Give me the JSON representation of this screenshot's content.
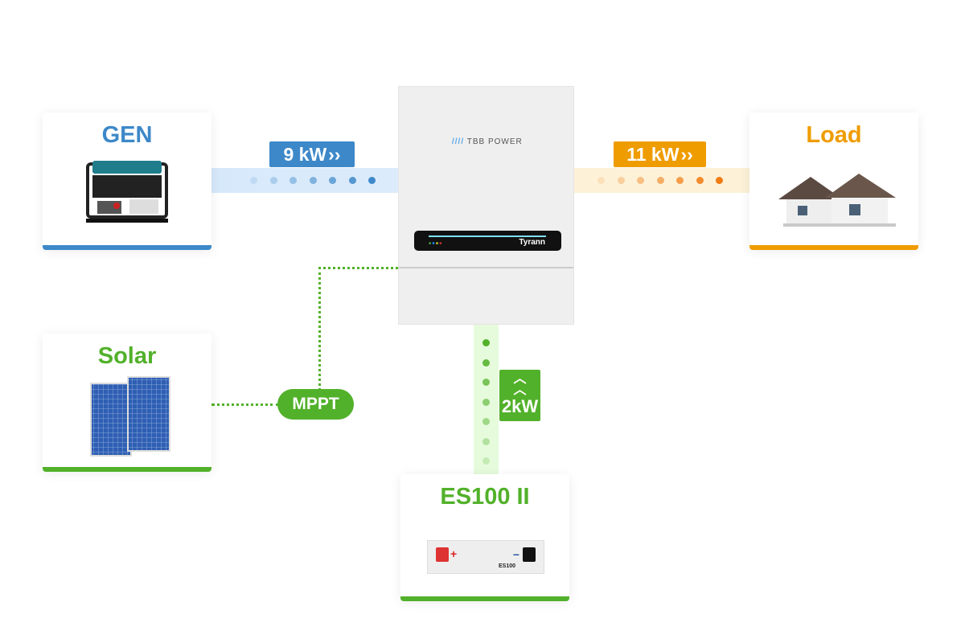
{
  "colors": {
    "gen": "#3d88c9",
    "load": "#ef9c00",
    "solar": "#52b12a"
  },
  "gen": {
    "title": "GEN",
    "flow": "9 kW"
  },
  "load": {
    "title": "Load",
    "flow": "11 kW"
  },
  "solar": {
    "title": "Solar",
    "mppt": "MPPT"
  },
  "battery": {
    "title": "ES100 II",
    "flow": "2kW",
    "model": "ES100"
  },
  "inverter": {
    "brand": "TBB POWER",
    "model": "Tyrann"
  }
}
